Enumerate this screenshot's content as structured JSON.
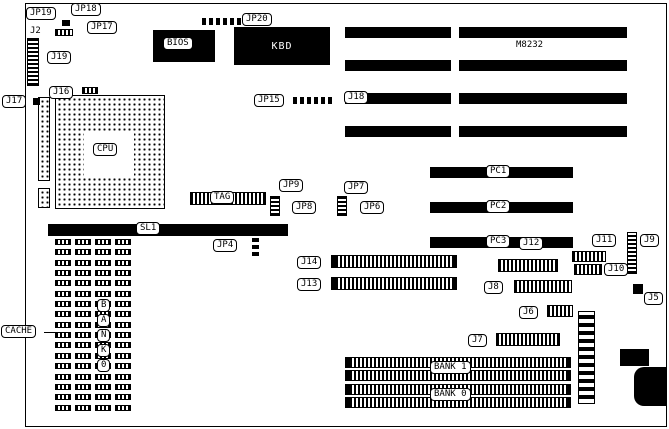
{
  "diagram_type": "motherboard layout",
  "colors": {
    "ink": "#000000",
    "paper": "#ffffff"
  },
  "labels": {
    "jp19": "JP19",
    "jp18": "JP18",
    "jp17": "JP17",
    "j2": "J2",
    "j19": "J19",
    "j17": "J17",
    "j16": "J16",
    "cpu": "CPU",
    "bios": "BIOS",
    "jp20": "JP20",
    "kbd": "KBD",
    "m8232": "M8232",
    "jp15": "JP15",
    "j18": "J18",
    "pc1": "PC1",
    "pc2": "PC2",
    "pc3": "PC3",
    "tag": "TAG",
    "jp9": "JP9",
    "jp8": "JP8",
    "jp7": "JP7",
    "jp6": "JP6",
    "sl1": "SL1",
    "jp4": "JP4",
    "j14": "J14",
    "j13": "J13",
    "j12": "J12",
    "j11": "J11",
    "j10": "J10",
    "j9": "J9",
    "j8": "J8",
    "j7": "J7",
    "j6": "J6",
    "j5": "J5",
    "cache": "CACHE",
    "bank1": "BANK 1",
    "bank0": "BANK 0",
    "cache_bank_letters": [
      "B",
      "A",
      "N",
      "K",
      "0"
    ]
  }
}
